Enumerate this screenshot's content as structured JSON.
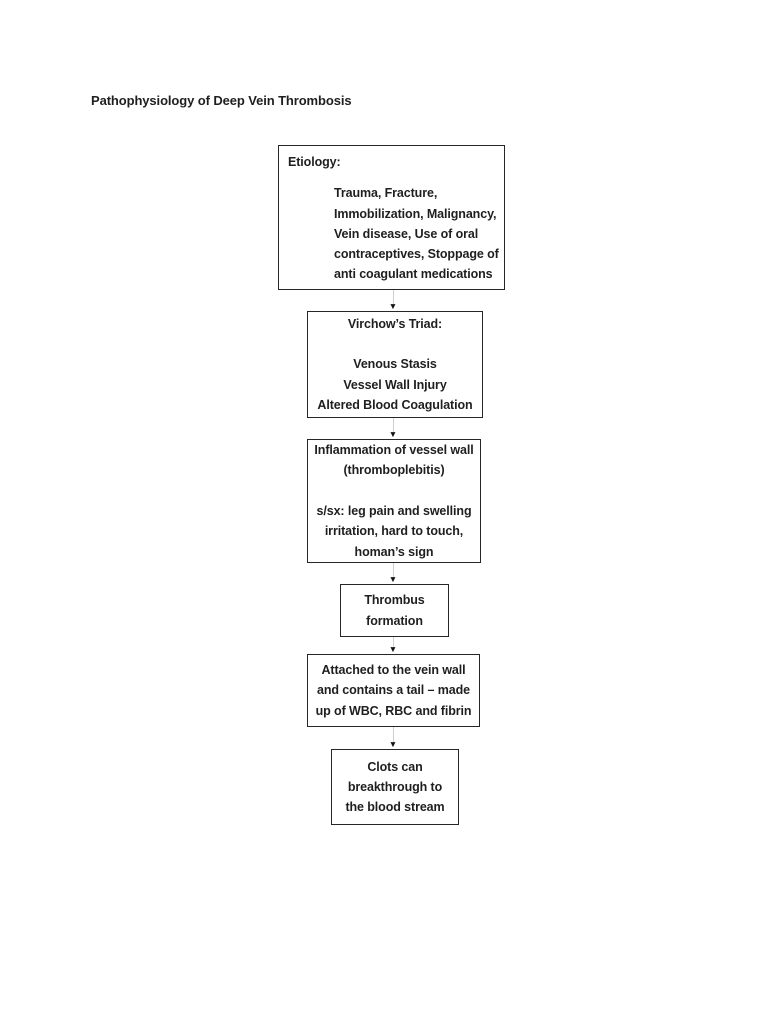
{
  "page": {
    "title": "Pathophysiology of Deep Vein Thrombosis"
  },
  "icons": {
    "arrow_down": "▼"
  },
  "flowchart": {
    "etiology": {
      "heading": "Etiology:",
      "lines": [
        "Trauma, Fracture,",
        "Immobilization, Malignancy,",
        "Vein disease, Use of oral",
        "contraceptives, Stoppage of",
        "anti coagulant medications"
      ]
    },
    "virchows_triad": {
      "heading": "Virchow’s Triad:",
      "lines": [
        "Venous Stasis",
        "Vessel Wall Injury",
        "Altered Blood Coagulation"
      ]
    },
    "inflammation": {
      "lines_top": [
        "Inflammation of vessel wall",
        "(thromboplebitis)"
      ],
      "lines_bottom": [
        "s/sx: leg pain and swelling",
        "irritation, hard to touch,",
        "homan’s sign"
      ]
    },
    "thrombus": {
      "lines": [
        "Thrombus",
        "formation"
      ]
    },
    "attached_tail": {
      "lines": [
        "Attached to the vein wall",
        "and contains a tail – made",
        "up of WBC, RBC and fibrin"
      ]
    },
    "clots": {
      "lines": [
        "Clots can",
        "breakthrough to",
        "the blood stream"
      ]
    }
  }
}
